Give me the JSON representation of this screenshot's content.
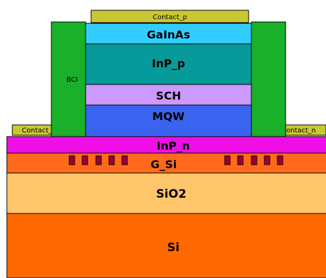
{
  "layers": {
    "contact_p": {
      "label": "Contact_p",
      "color": "#c9c832"
    },
    "gainas": {
      "label": "GaInAs",
      "color": "#33ccff"
    },
    "inp_p": {
      "label": "InP_p",
      "color": "#079a9a"
    },
    "sch": {
      "label": "SCH",
      "color": "#cc99ff"
    },
    "mqw": {
      "label": "MQW",
      "color": "#3a64f0"
    },
    "bcb": {
      "label": "BCI",
      "color": "#1ab02a"
    },
    "contact_n_left": {
      "label": "Contact_n",
      "color": "#c9c832"
    },
    "contact_n_right": {
      "label": "Contact_n",
      "color": "#c9c832"
    },
    "inp_n": {
      "label": "InP_n",
      "color": "#f00ee6"
    },
    "g_si": {
      "label": "G_Si",
      "color": "#ff6a1a"
    },
    "grating": {
      "color": "#990033"
    },
    "sio2": {
      "label": "SiO2",
      "color": "#ffc56a"
    },
    "si": {
      "label": "Si",
      "color": "#ff6a00"
    }
  }
}
